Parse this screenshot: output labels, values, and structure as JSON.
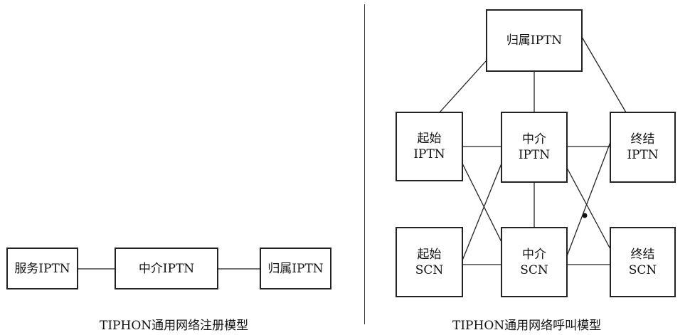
{
  "left": {
    "nodes": {
      "service_iptn": "服务IPTN",
      "intermediate_iptn": "中介IPTN",
      "home_iptn": "归属IPTN"
    },
    "caption": "TIPHON通用网络注册模型"
  },
  "right": {
    "nodes": {
      "home_iptn": "归属IPTN",
      "origin_iptn": {
        "line1": "起始",
        "line2": "IPTN"
      },
      "intermediate_iptn": {
        "line1": "中介",
        "line2": "IPTN"
      },
      "terminating_iptn": {
        "line1": "终结",
        "line2": "IPTN"
      },
      "origin_scn": {
        "line1": "起始",
        "line2": "SCN"
      },
      "intermediate_scn": {
        "line1": "中介",
        "line2": "SCN"
      },
      "terminating_scn": {
        "line1": "终结",
        "line2": "SCN"
      }
    },
    "caption": "TIPHON通用网络呼叫模型"
  },
  "colors": {
    "stroke": "#222222",
    "background": "#ffffff"
  }
}
